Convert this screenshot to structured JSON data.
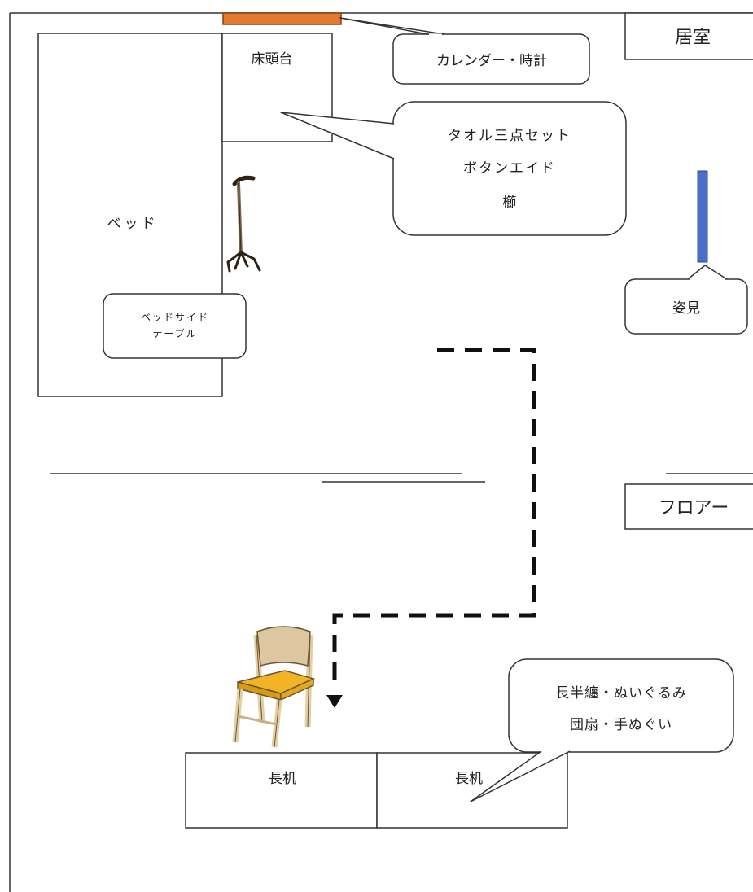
{
  "labels": {
    "room": "居室",
    "floor": "フロアー",
    "bed": "ベッド",
    "bedside_cabinet": "床頭台",
    "bedside_table_line1": "ベッドサイド",
    "bedside_table_line2": "テーブル",
    "mirror": "姿見",
    "desk_left": "長机",
    "desk_right": "長机"
  },
  "callouts": {
    "calendar_clock": "カレンダー・時計",
    "cabinet_items": [
      "タオル三点セット",
      "ボタンエイド",
      "櫛"
    ],
    "desk_items": [
      "長半纏・ぬいぐるみ",
      "団扇・手ぬぐい"
    ]
  },
  "colors": {
    "calendar_bar": "#e07a2f",
    "mirror_bar": "#4a6fc9",
    "chair_seat": "#f2b424",
    "chair_frame": "#e3cfa4",
    "cane": "#7a6448"
  },
  "icons": {
    "cane": "quad-cane-icon",
    "chair": "chair-icon",
    "arrow": "arrow-down-icon"
  }
}
